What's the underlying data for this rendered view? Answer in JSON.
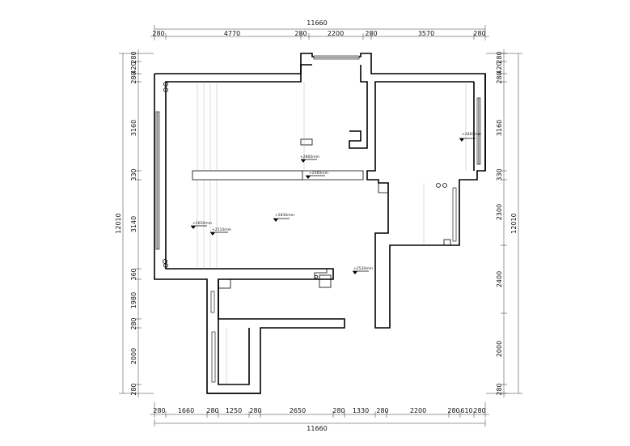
{
  "dimensions": {
    "top_total": "11660",
    "top_segments": [
      "280",
      "4770",
      "280",
      "2200",
      "280",
      "3570",
      "280"
    ],
    "bottom_total": "11660",
    "bottom_segments": [
      "280",
      "1660",
      "280",
      "1250",
      "280",
      "2650",
      "280",
      "1330",
      "280",
      "2200",
      "280",
      "610",
      "280"
    ],
    "left_total": "12010",
    "left_segments": [
      "280",
      "420",
      "280",
      "3160",
      "330",
      "3140",
      "360",
      "1980",
      "280",
      "2000",
      "280"
    ],
    "right_total": "12010",
    "right_segments": [
      "280",
      "420",
      "280",
      "3160",
      "330",
      "2300",
      "2400",
      "2000",
      "280"
    ]
  },
  "levels": [
    "+2860mm",
    "+2460mm",
    "+2460mm",
    "+2830mm",
    "+2650mm",
    "+2510mm",
    "+2530mm"
  ]
}
